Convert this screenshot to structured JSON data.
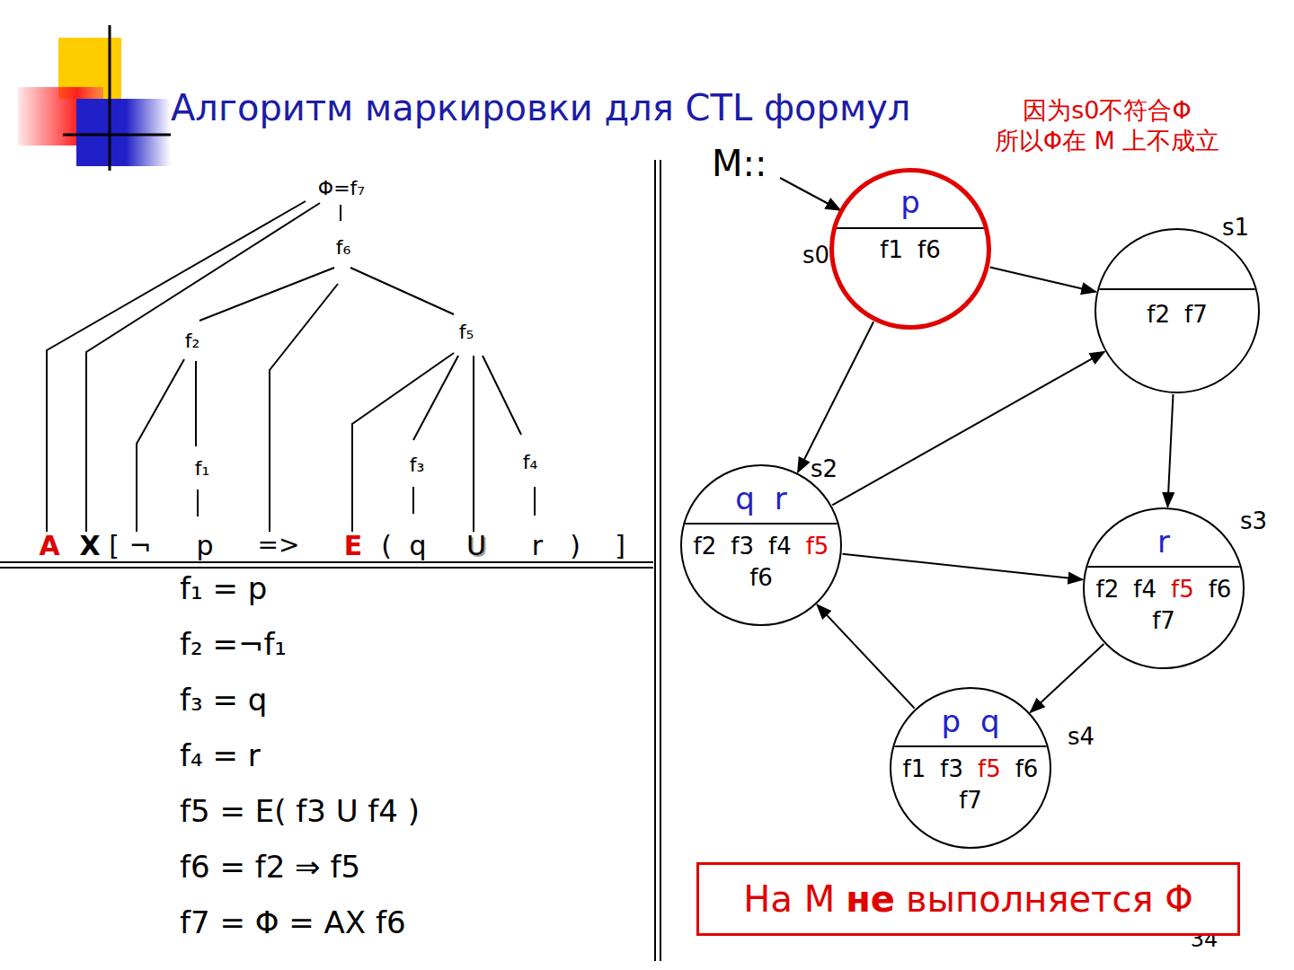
{
  "diagram": {
    "title": "Алгоритм маркировки для CTL формул",
    "nodes": [
      {
        "text": [
          "s0",
          "p",
          "f1",
          "f6"
        ]
      },
      {
        "text": [
          "s1",
          "f2",
          "f7"
        ]
      },
      {
        "text": [
          "s2",
          "q",
          "r",
          "f2",
          "f3",
          "f4",
          "f5",
          "f6"
        ]
      },
      {
        "text": [
          "s3",
          "r",
          "f2",
          "f4",
          "f5",
          "f6",
          "f7"
        ]
      },
      {
        "text": [
          "s4",
          "p",
          "q",
          "f1",
          "f3",
          "f5",
          "f6",
          "f7"
        ]
      },
      {
        "text": [
          "На M",
          "не",
          "выполняется Φ"
        ]
      }
    ],
    "edges": [
      {
        "from": 0,
        "to": 1,
        "arrow": "to"
      },
      {
        "from": 0,
        "to": 2,
        "arrow": "to"
      },
      {
        "from": 1,
        "to": 3,
        "arrow": "to"
      },
      {
        "from": 2,
        "to": 1,
        "arrow": "to"
      },
      {
        "from": 2,
        "to": 3,
        "arrow": "to"
      },
      {
        "from": 3,
        "to": 4,
        "arrow": "to"
      },
      {
        "from": 4,
        "to": 2,
        "arrow": "to"
      }
    ],
    "labels": [
      "因为s0不符合Φ 所以Φ在 M 上不成立",
      "M::",
      "Φ=f₇",
      "f₆",
      "f₂",
      "f₅",
      "f₁",
      "f₃",
      "f₄",
      "A",
      "X",
      "[",
      "¬",
      "p",
      "=>",
      "E",
      "(",
      "q",
      "U",
      "r",
      ")",
      "]",
      "f₁ = p",
      "f₂ =¬f₁",
      "f₃ = q",
      "f₄ = r",
      "f5  = E( f3 U f4 )",
      "f6  = f2 ⇒ f5",
      "f7  = Φ  =  AX f6",
      "34"
    ]
  }
}
